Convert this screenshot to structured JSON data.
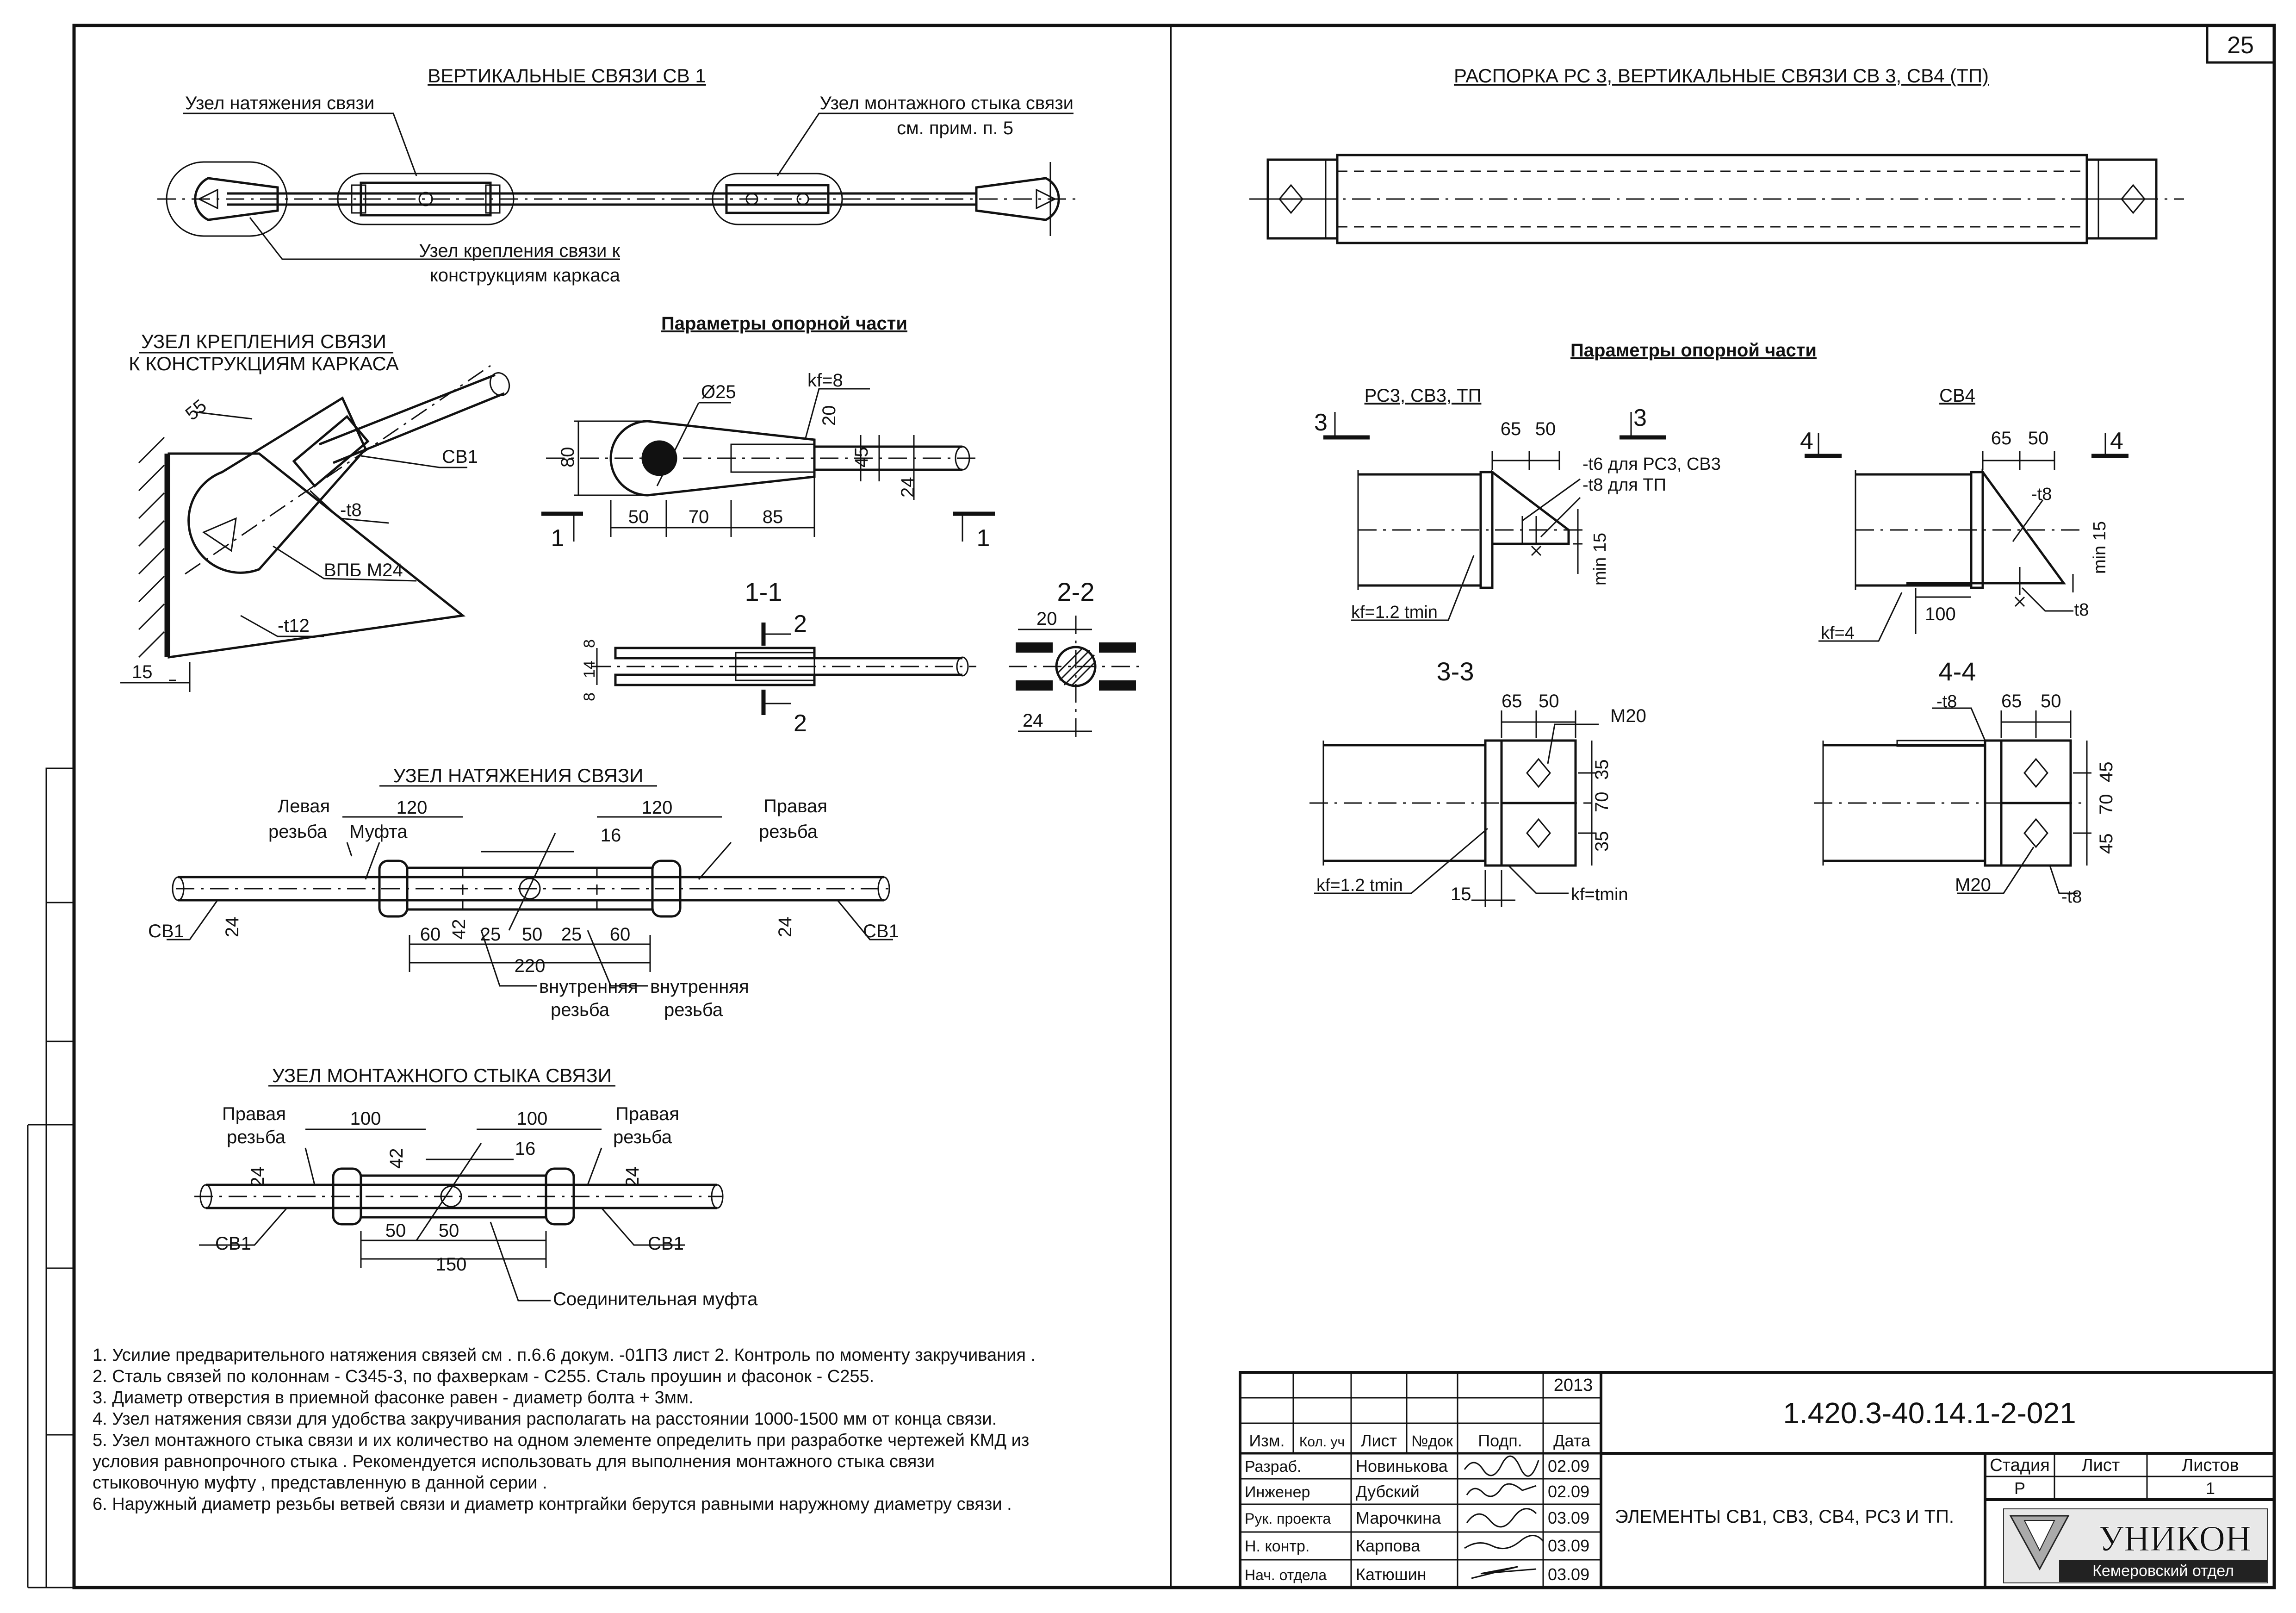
{
  "sheet": {
    "number": "25"
  },
  "left": {
    "sv1_title": "ВЕРТИКАЛЬНЫЕ СВЯЗИ СВ 1",
    "sv1_callouts": {
      "tension_node": "Узел натяжения связи",
      "splice_node_1": "Узел монтажного стыка связи",
      "splice_node_2": "см. прим. п. 5",
      "fix_node_1": "Узел крепления связи к",
      "fix_node_2": "конструкциям каркаса"
    },
    "fix_title_1": "УЗЕЛ КРЕПЛЕНИЯ СВЯЗИ",
    "fix_title_2": "К КОНСТРУКЦИЯМ КАРКАСА",
    "fix_labels": {
      "d55": "55",
      "sv1": "СВ1",
      "t8": "-t8",
      "bolt": "ВПБ М24",
      "t12": "-t12",
      "d15": "15"
    },
    "support_title": "Параметры опорной части",
    "support_labels": {
      "d25": "Ø25",
      "kf": "kf=8",
      "d20": "20",
      "d80": "80",
      "d45": "45",
      "d24": "24",
      "d50": "50",
      "d70": "70",
      "d85": "85",
      "sec1a": "1",
      "sec1b": "1"
    },
    "section_11": {
      "title": "1-1",
      "s2a": "2",
      "s2b": "2",
      "d8a": "8",
      "d14": "14",
      "d8b": "8"
    },
    "section_22": {
      "title": "2-2",
      "d20": "20",
      "d24": "24"
    },
    "tension_title": "УЗЕЛ НАТЯЖЕНИЯ СВЯЗИ",
    "tension_labels": {
      "left_thread_1": "Левая",
      "left_thread_2": "резьба",
      "right_thread_1": "Правая",
      "right_thread_2": "резьба",
      "coupling": "Муфта",
      "d120a": "120",
      "d120b": "120",
      "d16": "16",
      "sv1a": "СВ1",
      "sv1b": "СВ1",
      "d24a": "24",
      "d24b": "24",
      "d42": "42",
      "d60a": "60",
      "d25a": "25",
      "d50": "50",
      "d25b": "25",
      "d60b": "60",
      "d220": "220",
      "inner_1a": "внутренняя",
      "inner_2a": "резьба",
      "inner_1b": "внутренняя",
      "inner_2b": "резьба"
    },
    "splice_title": "УЗЕЛ МОНТАЖНОГО СТЫКА  СВЯЗИ",
    "splice_labels": {
      "right_thread_1a": "Правая",
      "right_thread_2a": "резьба",
      "right_thread_1b": "Правая",
      "right_thread_2b": "резьба",
      "d100a": "100",
      "d100b": "100",
      "d16": "16",
      "d24a": "24",
      "d24b": "24",
      "d42": "42",
      "d50a": "50",
      "d50b": "50",
      "d150": "150",
      "sv1a": "СВ1",
      "sv1b": "СВ1",
      "coupling": "Соединительная муфта"
    },
    "notes": [
      "1.  Усилие предварительного натяжения связей см . п.6.6 докум.  -01ПЗ  лист 2.  Контроль по моменту закручивания .",
      "2.  Сталь связей по колоннам  - С345-3, по фахверкам - С255. Сталь проушин и фасонок - С255.",
      "3.  Диаметр отверстия в приемной фасонке равен  - диаметр болта + 3мм.",
      "4.  Узел натяжения связи  для удобства  закручивания располагать  на расстоянии   1000-1500 мм от конца связи.",
      "5.  Узел монтажного стыка связи и их количество на одном элементе определить при разработке чертежей КМД из",
      "      условия равнопрочного стыка . Рекомендуется использовать для выполнения монтажного стыка связи",
      "      стыковочную муфту , представленную в данной серии .",
      "6.  Наружный диаметр резьбы ветвей связи и диаметр контргайки берутся равными наружному диаметру связи   ."
    ]
  },
  "right": {
    "title": "РАСПОРКА РС 3, ВЕРТИКАЛЬНЫЕ СВЯЗИ СВ 3, СВ4 (ТП)",
    "support_title": "Параметры опорной части",
    "rc3": {
      "label": "РС3, СВ3, ТП",
      "s3a": "3",
      "s3b": "3",
      "d65": "65",
      "d50": "50",
      "t6": "-t6  для РС3, СВ3",
      "t8": "-t8  для ТП",
      "min15": "min 15",
      "kf": "kf=1.2 tmin"
    },
    "sv4": {
      "label": "СВ4",
      "s4a": "4",
      "s4b": "4",
      "d65": "65",
      "d50": "50",
      "t8a": "-t8",
      "min15": "min 15",
      "kf": "kf=4",
      "d100": "100",
      "t8b": "-t8"
    },
    "sec33": {
      "title": "3-3",
      "d65": "65",
      "d50": "50",
      "m20": "M20",
      "d35a": "35",
      "d70": "70",
      "d35b": "35",
      "kf1": "kf=1.2 tmin",
      "d15": "15",
      "kf2": "kf=tmin"
    },
    "sec44": {
      "title": "4-4",
      "t8a": "-t8",
      "d65": "65",
      "d50": "50",
      "d45a": "45",
      "d70": "70",
      "d45b": "45",
      "m20": "M20",
      "t8b": "-t8"
    }
  },
  "title_block": {
    "year": "2013",
    "code": "1.420.3-40.14.1-2-021",
    "headers": {
      "izm": "Изм.",
      "kol": "Кол. уч",
      "list": "Лист",
      "ndoc": "№док",
      "sign": "Подп.",
      "date": "Дата"
    },
    "rows": [
      {
        "role": "Разраб.",
        "name": "Новинькова",
        "date": "02.09"
      },
      {
        "role": "Инженер",
        "name": "Дубский",
        "date": "02.09"
      },
      {
        "role": "Рук. проекта",
        "name": "Марочкина",
        "date": "03.09"
      },
      {
        "role": "Н. контр.",
        "name": "Карпова",
        "date": "03.09"
      },
      {
        "role": "Нач. отдела",
        "name": "Катюшин",
        "date": "03.09"
      }
    ],
    "description": "ЭЛЕМЕНТЫ СВ1, СВ3, СВ4, РС3 И ТП.",
    "stage_h": "Стадия",
    "sheet_h": "Лист",
    "sheets_h": "Листов",
    "stage": "Р",
    "sheet": "",
    "sheets": "1",
    "company": "УНИКОН",
    "department": "Кемеровский отдел"
  }
}
